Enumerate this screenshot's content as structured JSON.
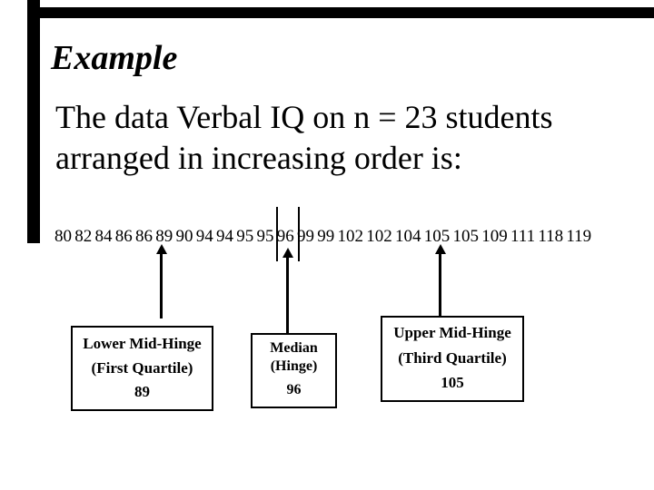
{
  "slide": {
    "title": "Example",
    "body": {
      "line1": "The data Verbal IQ on n = 23 students",
      "line2": "arranged in increasing order is:"
    },
    "data_line": {
      "values": [
        "80",
        "82",
        "84",
        "86",
        "86",
        "89",
        "90",
        "94",
        "94",
        "95",
        "95",
        "96",
        "99",
        "99",
        "102",
        "102",
        "104",
        "105",
        "105",
        "109",
        "111",
        "118",
        "119"
      ]
    },
    "annotations": [
      {
        "title": "Lower Mid-Hinge",
        "subtitle": "(First Quartile)",
        "value": "89"
      },
      {
        "title": "Median",
        "subtitle": "(Hinge)",
        "value": "96"
      },
      {
        "title": "Upper Mid-Hinge",
        "subtitle": "(Third Quartile)",
        "value": "105"
      }
    ],
    "colors": {
      "text": "#000000",
      "background": "#ffffff",
      "frame_bars": "#000000"
    }
  }
}
